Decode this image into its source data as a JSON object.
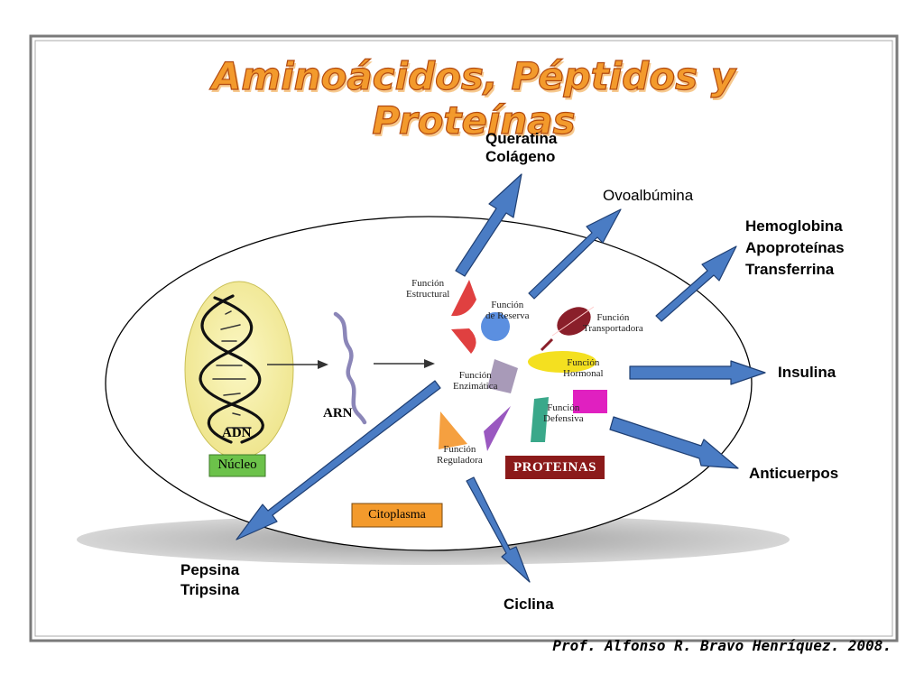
{
  "title": "Aminoácidos, Péptidos y Proteínas",
  "footer": "Prof. Alfonso R. Bravo Henríquez. 2008.",
  "cell": {
    "nucleus_label": "Núcleo",
    "dna_label": "ADN",
    "rna_label": "ARN",
    "cytoplasm_label": "Citoplasma",
    "proteins_label": "PROTEINAS"
  },
  "functions": {
    "structural": [
      "Función",
      "Estructural"
    ],
    "reserve": [
      "Función",
      "de Reserva"
    ],
    "transport": [
      "Función",
      "Transportadora"
    ],
    "hormonal": [
      "Función",
      "Hormonal"
    ],
    "enzymatic": [
      "Función",
      "Enzimática"
    ],
    "defensive": [
      "Función",
      "Defensiva"
    ],
    "regulatory": [
      "Función",
      "Reguladora"
    ]
  },
  "examples": {
    "structural": [
      "Queratina",
      "Colágeno"
    ],
    "reserve": [
      "Ovoalbúmina"
    ],
    "transport": [
      "Hemoglobina",
      "Apoproteínas",
      "Transferrina"
    ],
    "hormonal": [
      "Insulina"
    ],
    "defensive": [
      "Anticuerpos"
    ],
    "enzymatic": [
      "Pepsina",
      "Tripsina"
    ],
    "regulatory": [
      "Ciclina"
    ]
  },
  "colors": {
    "frame": "#7a7a7a",
    "title_fill": "#f39a2c",
    "title_outline": "#b24a10",
    "nucleus_fill": "#f7f0a0",
    "nucleus_box": "#6cc24a",
    "arrow_fill": "#4a7cc4",
    "arrow_stroke": "#1f3f73",
    "rna": "#8b86b8",
    "cytoplasm_box": "#f39a2c",
    "proteins_box": "#8b1a1a"
  }
}
